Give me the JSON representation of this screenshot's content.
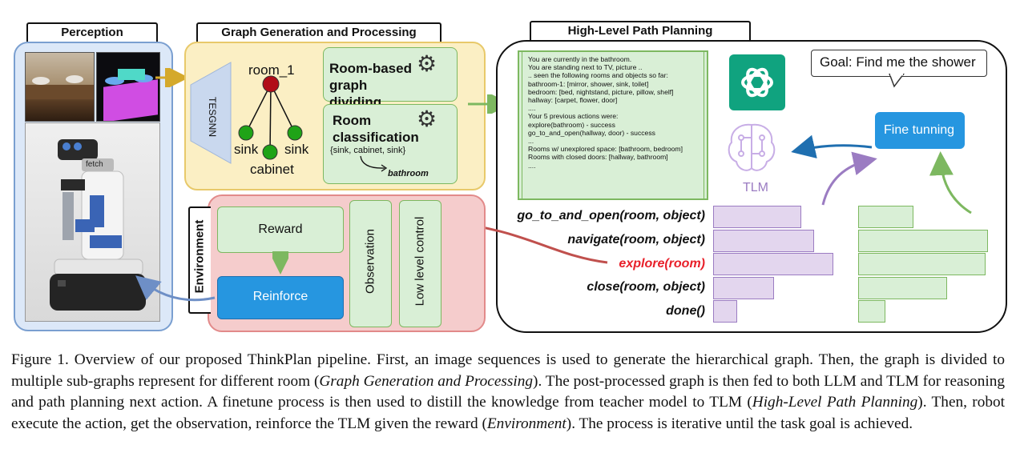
{
  "sections": {
    "perception": "Perception",
    "graph": "Graph Generation and Processing",
    "planning": "High-Level Path Planning",
    "environment": "Environment"
  },
  "graph": {
    "encoder": "TESGNN",
    "root_node": "room_1",
    "child_nodes": [
      "sink",
      "cabinet",
      "sink"
    ],
    "room_dividing": "Room-based graph dividing",
    "room_classification": "Room classification",
    "classification_input": "{sink, cabinet, sink}",
    "classification_output": "bathroom"
  },
  "robot": {
    "brand": "fetch"
  },
  "prompt": {
    "lines": [
      "You are currently in the bathroom.",
      "You are standing next to TV, picture ..",
      "",
      ".. seen the following rooms and objects so far:",
      "bathroom-1: [mirror, shower, sink, toilet]",
      "bedroom: [bed, nightstand, picture, pillow, shelf]",
      "hallway: [carpet, flower, door]",
      "....",
      "",
      "Your 5 previous actions were:",
      "explore(bathroom) - success",
      "go_to_and_open(hallway, door) - success",
      "...",
      "",
      "Rooms w/ unexplored space: [bathroom, bedroom]",
      "Rooms with closed doors: [hallway, bathroom]",
      "...."
    ]
  },
  "planning": {
    "goal": "Goal: Find me the shower",
    "tlm": "TLM",
    "fine_tuning": "Fine tunning",
    "actions": [
      {
        "label": "go_to_and_open(room, object)",
        "tlm_score": 0.73,
        "teacher_score": 0.42,
        "highlight": false
      },
      {
        "label": "navigate(room, object)",
        "tlm_score": 0.84,
        "teacher_score": 1.0,
        "highlight": false
      },
      {
        "label": "explore(room)",
        "tlm_score": 1.0,
        "teacher_score": 0.98,
        "highlight": true
      },
      {
        "label": "close(room, object)",
        "tlm_score": 0.5,
        "teacher_score": 0.68,
        "highlight": false
      },
      {
        "label": "done()",
        "tlm_score": 0.19,
        "teacher_score": 0.2,
        "highlight": false
      }
    ]
  },
  "environment": {
    "reward": "Reward",
    "reinforce": "Reinforce",
    "observation": "Observation",
    "low_level_control": "Low level control"
  },
  "colors": {
    "perception_bg": "#dce8f8",
    "graph_bg": "#fbefc4",
    "environment_bg": "#f5cccc",
    "box_green": "#d9efd6",
    "reinforce_blue": "#2696e0",
    "tlm_bar": "#e3d6ee",
    "teacher_bar": "#d9efd6",
    "highlight_red": "#e8202a"
  },
  "caption": {
    "fig": "Figure 1.",
    "s1": " Overview of our proposed ThinkPlan pipeline. First, an image sequences is used to generate the hierarchical graph. Then, the graph is divided to multiple sub-graphs represent for different room (",
    "i1": "Graph Generation and Processing",
    "s2": "). The post-processed graph is then fed to both LLM and TLM for reasoning and path planning next action. A finetune process is then used to distill the knowledge from teacher model to TLM (",
    "i2": "High-Level Path Planning",
    "s3": "). Then, robot execute the action, get the observation, reinforce the TLM given the reward (",
    "i3": "Environment",
    "s4": "). The process is iterative until the task goal is achieved."
  }
}
